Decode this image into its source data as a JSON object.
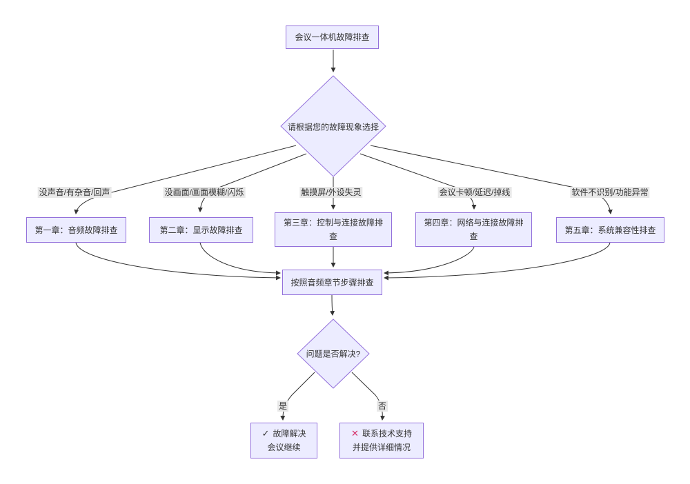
{
  "flowchart": {
    "start": "会议一体机故障排查",
    "decision_main": "请根据您的故障现象选择",
    "branches": [
      {
        "condition": "没声音/有杂音/回声",
        "chapter": "第一章：音频故障排查"
      },
      {
        "condition": "没画面/画面模糊/闪烁",
        "chapter": "第二章：显示故障排查"
      },
      {
        "condition": "触摸屏/外设失灵",
        "chapter": "第三章：控制与连接故障排查"
      },
      {
        "condition": "会议卡顿/延迟/掉线",
        "chapter": "第四章：网络与连接故障排查"
      },
      {
        "condition": "软件不识别/功能异常",
        "chapter": "第五章：系统兼容性排查"
      }
    ],
    "follow_step": "按照音频章节步骤排查",
    "decision_resolved": "问题是否解决?",
    "edge_yes": "是",
    "edge_no": "否",
    "resolved": {
      "icon": "✓",
      "line1": "故障解决",
      "line2": "会议继续"
    },
    "contact": {
      "icon": "✕",
      "line1": "联系技术支持",
      "line2": "并提供详细情况"
    },
    "colors": {
      "node_fill": "#ECECFF",
      "node_border": "#9370DB",
      "edge_line": "#333333",
      "edge_label_bg": "#e8e8e8",
      "text": "#333333",
      "cross_red": "#D6336C"
    }
  }
}
